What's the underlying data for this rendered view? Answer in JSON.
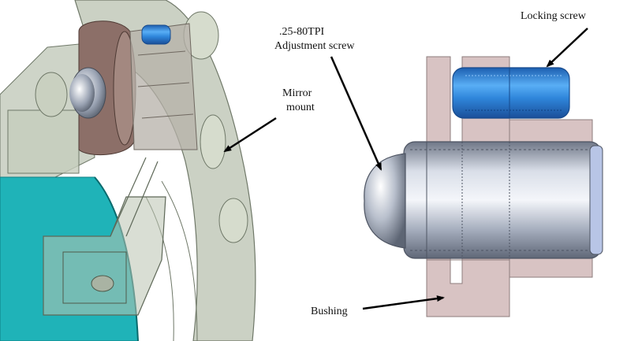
{
  "labels": {
    "locking_screw": "Locking screw",
    "adjust_line1": ".25-80TPI",
    "adjust_line2": "Adjustment screw",
    "mirror_line1": "Mirror",
    "mirror_line2": "mount",
    "bushing": "Bushing"
  },
  "colors": {
    "mount_gray": "#b9c2b0",
    "cyan_body": "#1fb3b8",
    "brown_disc": "#8c6f68",
    "pink_bushing": "#d8c3c3",
    "blue_screw": "#3b8fe0",
    "steel": "#bfc6d6"
  }
}
